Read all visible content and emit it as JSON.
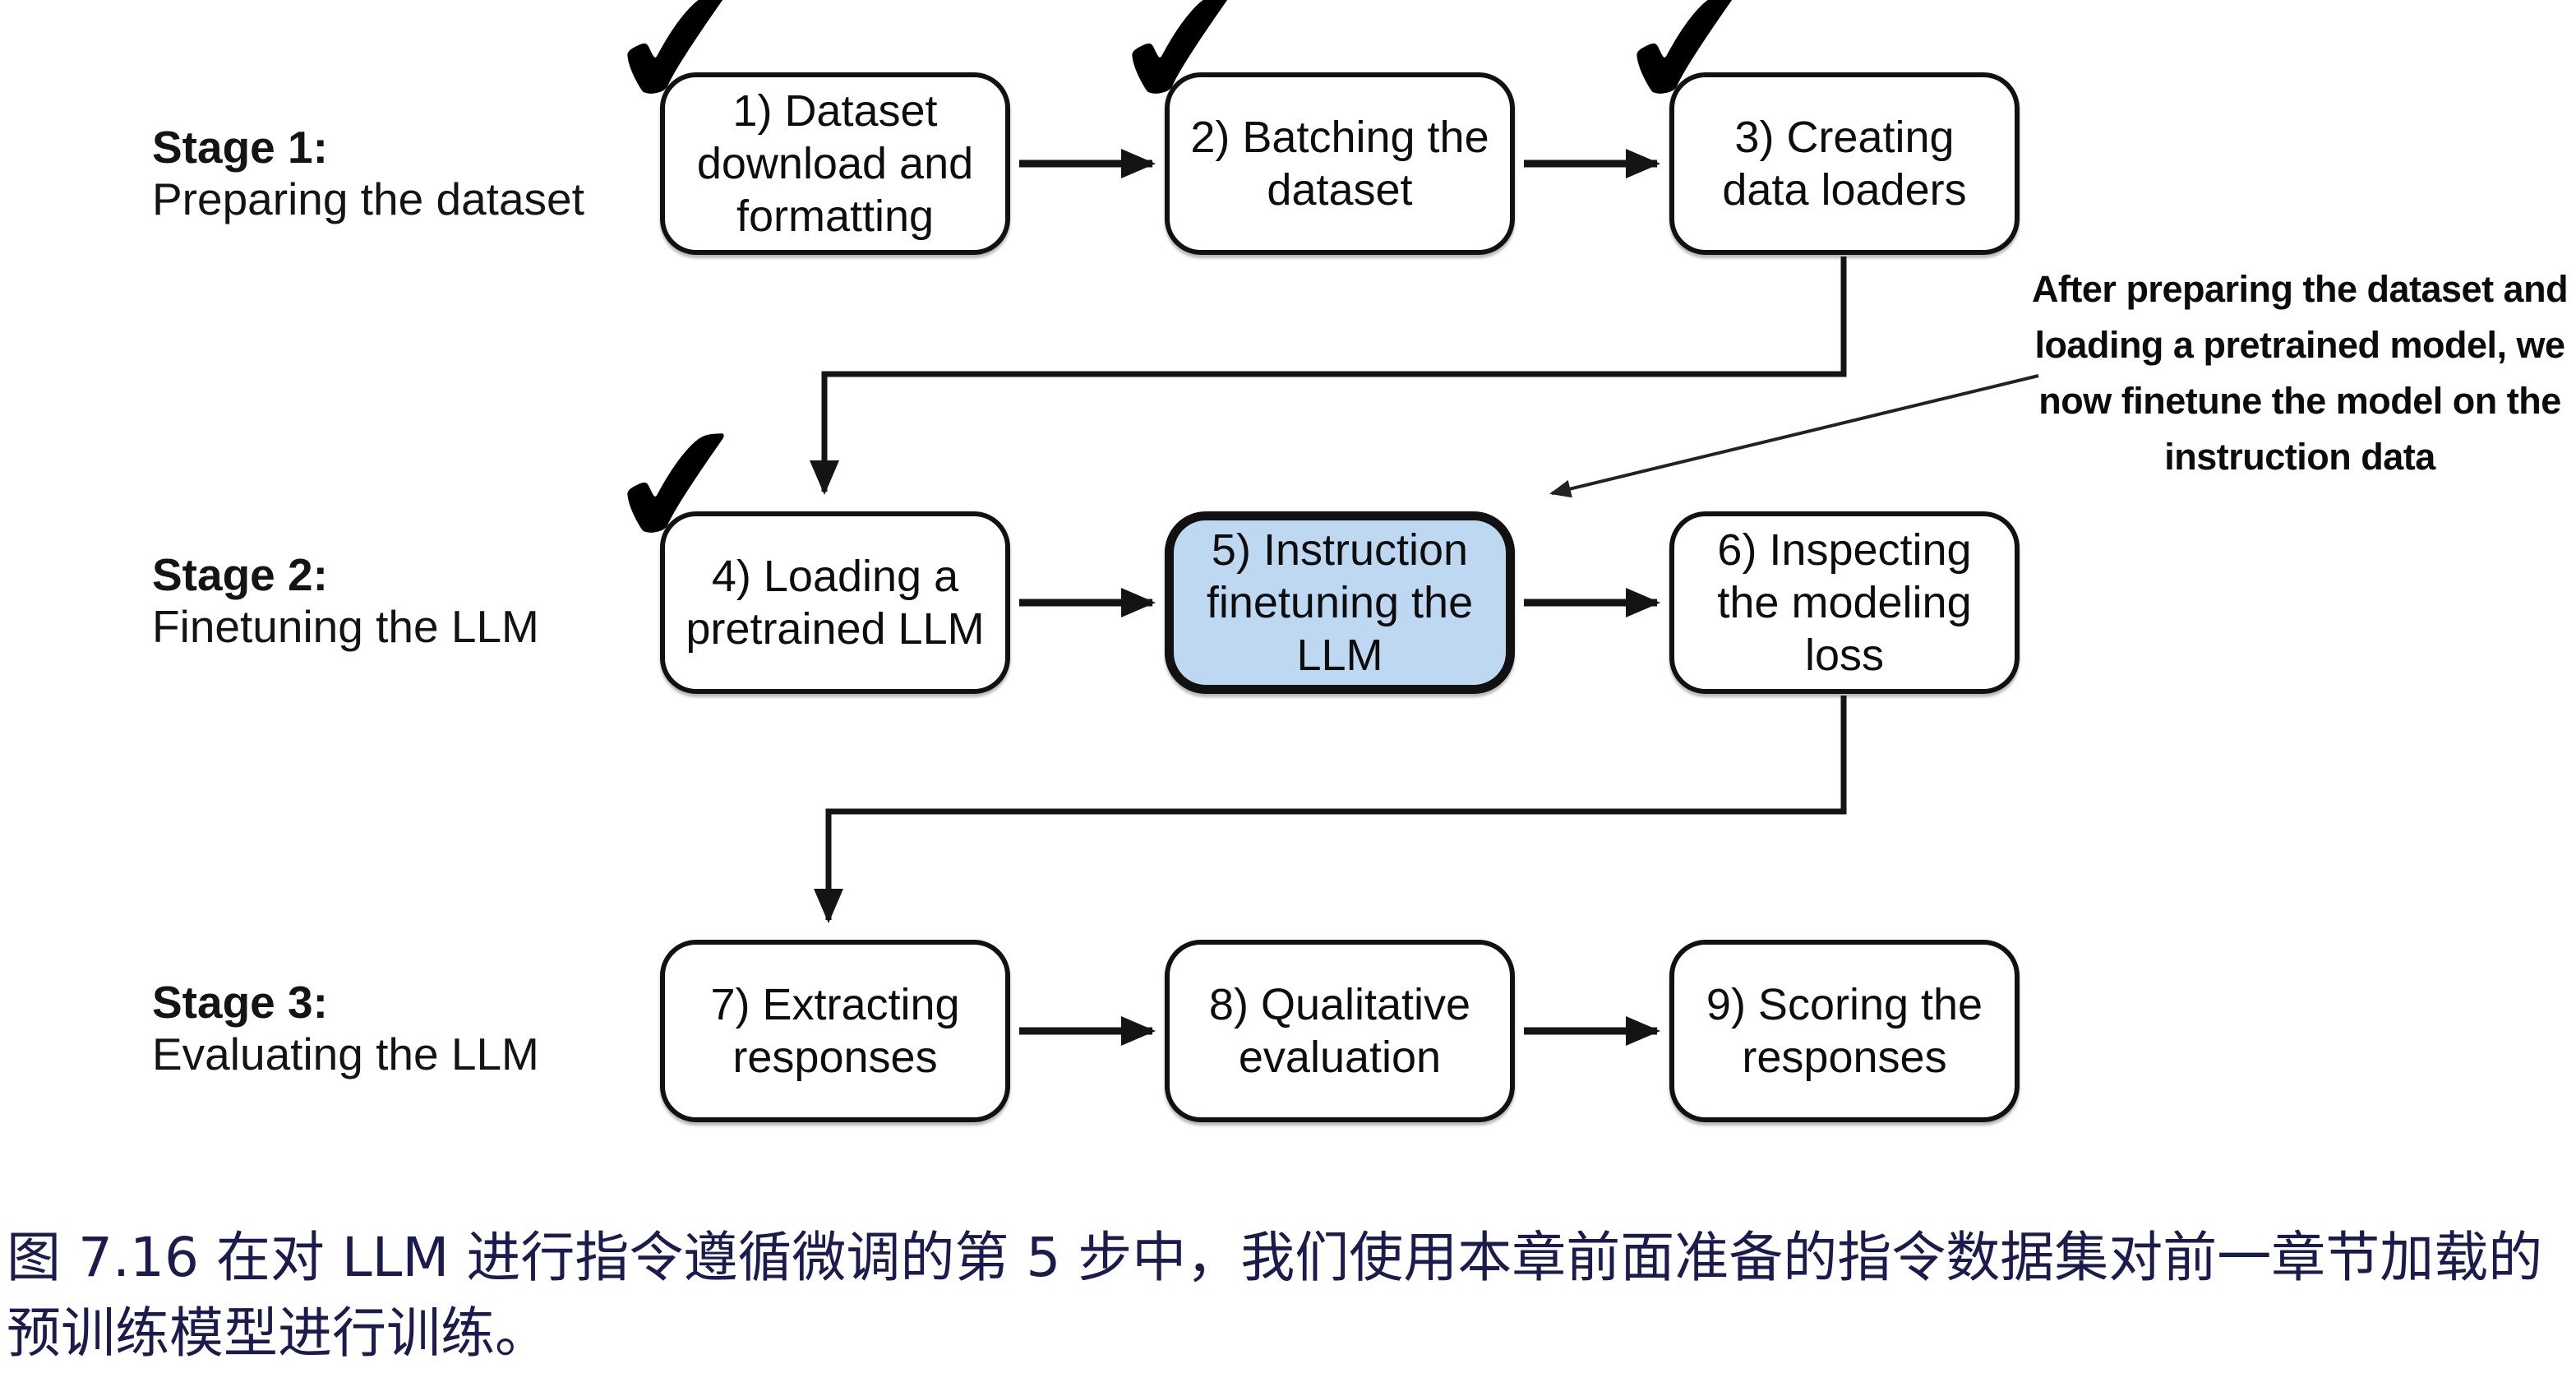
{
  "figure": {
    "stages": [
      {
        "title": "Stage 1:",
        "subtitle": "Preparing the dataset"
      },
      {
        "title": "Stage 2:",
        "subtitle": "Finetuning the LLM"
      },
      {
        "title": "Stage 3:",
        "subtitle": "Evaluating the LLM"
      }
    ],
    "boxes": [
      {
        "text": "1) Dataset\ndownload and\nformatting",
        "checked": true,
        "highlighted": false
      },
      {
        "text": "2) Batching the\ndataset",
        "checked": true,
        "highlighted": false
      },
      {
        "text": "3) Creating\ndata loaders",
        "checked": true,
        "highlighted": false
      },
      {
        "text": "4) Loading a\npretrained LLM",
        "checked": true,
        "highlighted": false
      },
      {
        "text": "5) Instruction\nfinetuning the\nLLM",
        "checked": false,
        "highlighted": true
      },
      {
        "text": "6) Inspecting\nthe modeling\nloss",
        "checked": false,
        "highlighted": false
      },
      {
        "text": "7) Extracting\nresponses",
        "checked": false,
        "highlighted": false
      },
      {
        "text": "8) Qualitative\nevaluation",
        "checked": false,
        "highlighted": false
      },
      {
        "text": "9) Scoring the\nresponses",
        "checked": false,
        "highlighted": false
      }
    ],
    "annotation": "After preparing the dataset and\nloading a pretrained model, we\nnow finetune the model on the\ninstruction data",
    "check_glyph": "✔"
  },
  "caption": {
    "text": "图 7.16 在对 LLM 进行指令遵循微调的第 5 步中，我们使用本章前面准备的指令数据集对前一章节加载的\n预训练模型进行训练。"
  },
  "colors": {
    "highlight_fill": "#BFD8F2",
    "box_border": "#111111",
    "caption_text": "#1B1B4D"
  }
}
